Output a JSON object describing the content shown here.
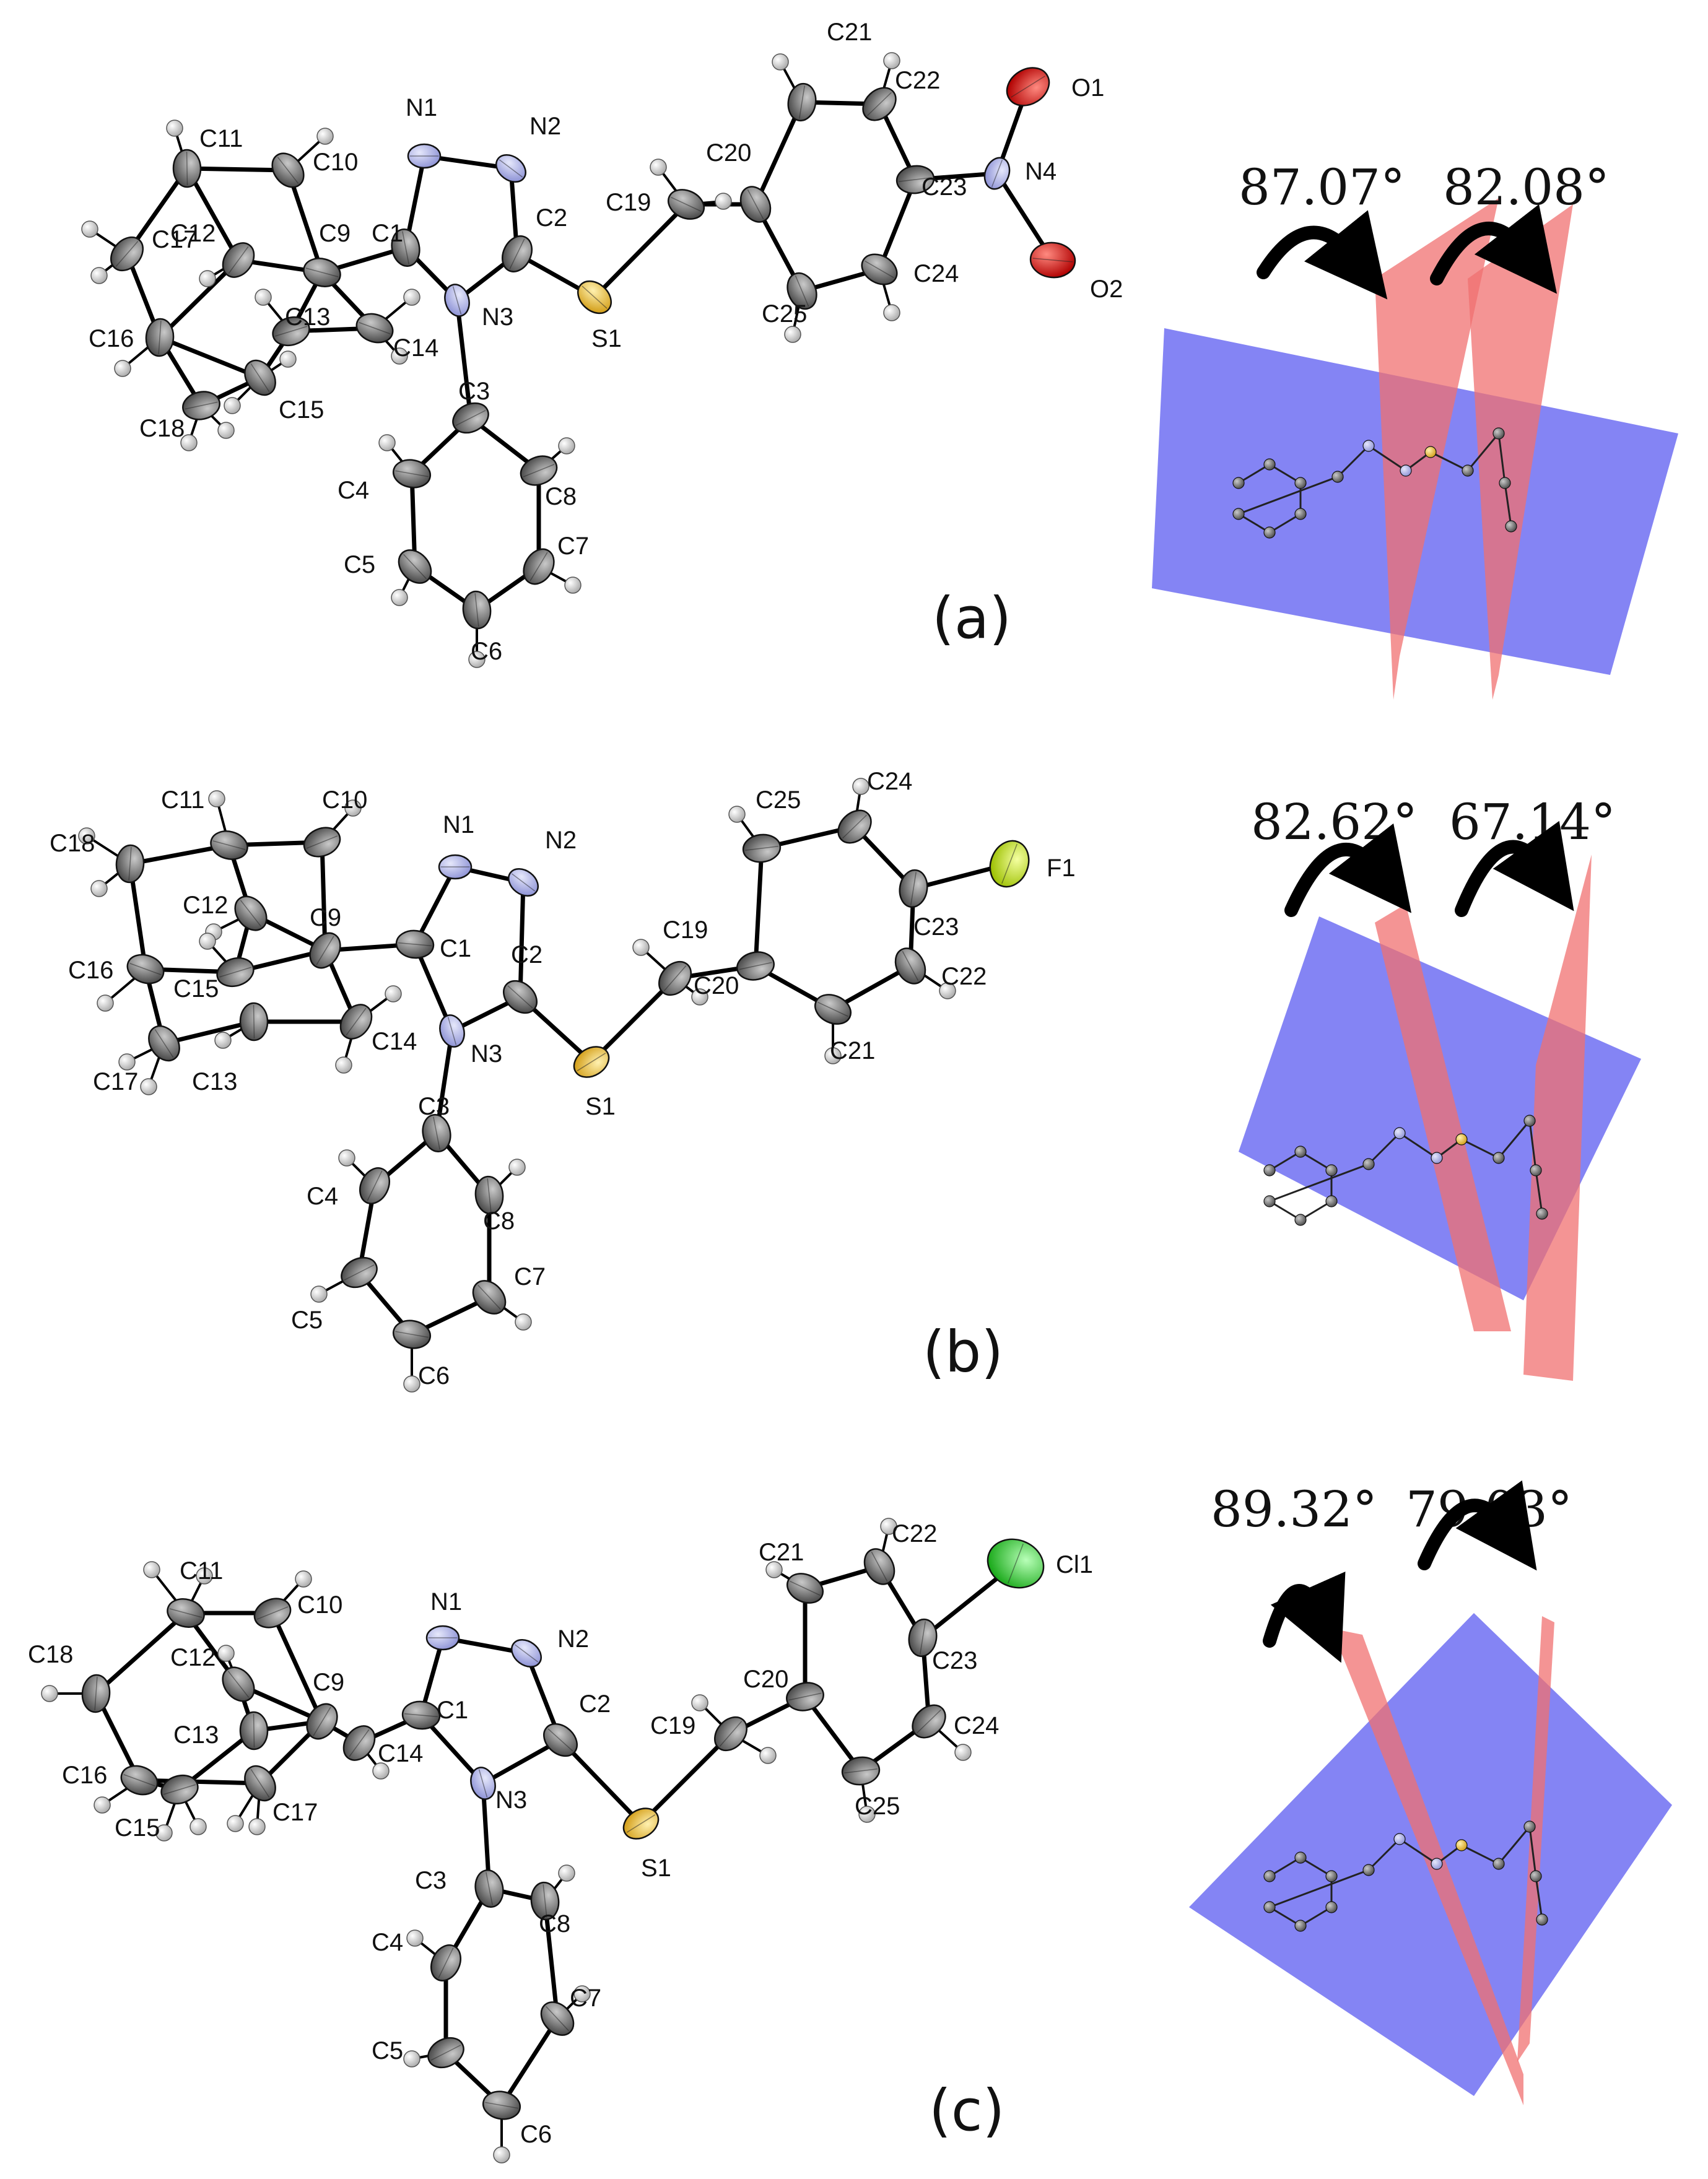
{
  "figure": {
    "panels": [
      {
        "id": "a",
        "panel_label": "(a)",
        "angles": [
          "87.07°",
          "82.08°"
        ],
        "substituent": "NO2",
        "atoms": [
          "N1",
          "N2",
          "N3",
          "N4",
          "O1",
          "O2",
          "S1",
          "C1",
          "C2",
          "C3",
          "C4",
          "C5",
          "C6",
          "C7",
          "C8",
          "C9",
          "C10",
          "C11",
          "C12",
          "C13",
          "C14",
          "C15",
          "C16",
          "C17",
          "C18",
          "C19",
          "C20",
          "C21",
          "C22",
          "C23",
          "C24",
          "C25"
        ]
      },
      {
        "id": "b",
        "panel_label": "(b)",
        "angles": [
          "82.62°",
          "67.14°"
        ],
        "substituent": "F",
        "atoms": [
          "N1",
          "N2",
          "N3",
          "F1",
          "S1",
          "C1",
          "C2",
          "C3",
          "C4",
          "C5",
          "C6",
          "C7",
          "C8",
          "C9",
          "C10",
          "C11",
          "C12",
          "C13",
          "C14",
          "C15",
          "C16",
          "C17",
          "C18",
          "C19",
          "C20",
          "C21",
          "C22",
          "C23",
          "C24",
          "C25"
        ]
      },
      {
        "id": "c",
        "panel_label": "(c)",
        "angles": [
          "89.32°",
          "79.03°"
        ],
        "substituent": "Cl",
        "atoms": [
          "N1",
          "N2",
          "N3",
          "Cl1",
          "S1",
          "C1",
          "C2",
          "C3",
          "C4",
          "C5",
          "C6",
          "C7",
          "C8",
          "C9",
          "C10",
          "C11",
          "C12",
          "C13",
          "C14",
          "C15",
          "C16",
          "C17",
          "C18",
          "C19",
          "C20",
          "C21",
          "C22",
          "C23",
          "C24",
          "C25"
        ]
      }
    ],
    "colors": {
      "carbon": "#5a5a5a",
      "nitrogen": "#a9aee6",
      "sulfur": "#e8b830",
      "oxygen": "#d41010",
      "fluorine": "#b8e000",
      "chlorine": "#2fd02f",
      "hydrogen": "#d8d8d8",
      "plane_blue": "#6f6ff2",
      "plane_red": "#f07070"
    }
  }
}
